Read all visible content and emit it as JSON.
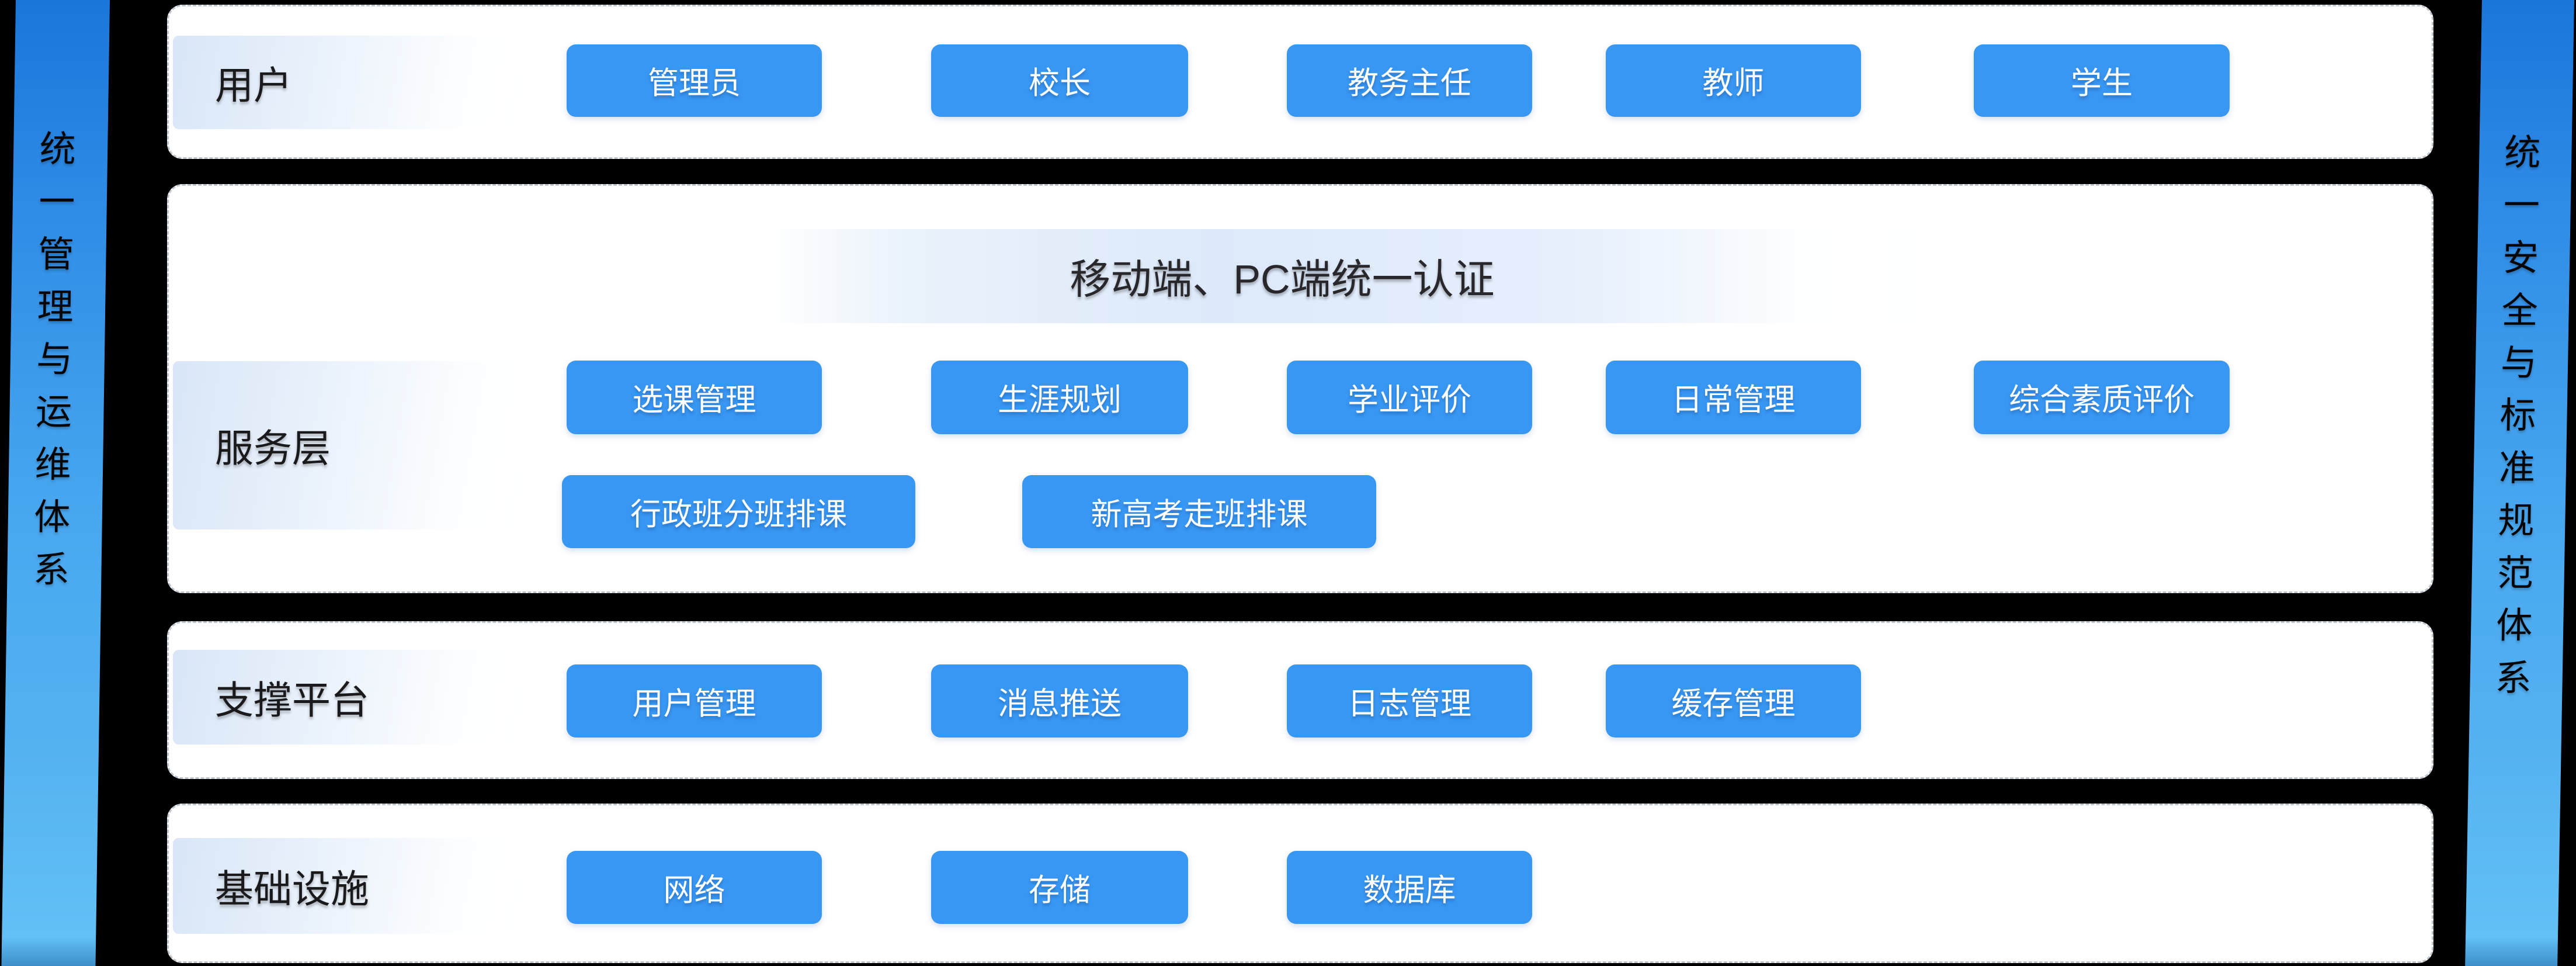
{
  "colors": {
    "canvas_background": "#000000",
    "panel_background": "#ffffff",
    "panel_dash_border": "#bfc5cd",
    "button_blue": "#3897f3",
    "button_text": "#ffffff",
    "ribbon_gradient_top": "#1b76da",
    "ribbon_gradient_bottom": "#62c0f6",
    "label_gradient_start": "#d9e6f7",
    "band_blue": "#dde9fa",
    "dark_text": "#1a1a1c"
  },
  "left_ribbon": {
    "text": "统一管理与运维体系"
  },
  "right_ribbon": {
    "text": "统一安全与标准规范体系"
  },
  "rows": [
    {
      "label": "用户",
      "buttons": [
        "管理员",
        "校长",
        "教务主任",
        "教师",
        "学生"
      ]
    },
    {
      "label": "服务层",
      "banner": "移动端、PC端统一认证",
      "buttons_top": [
        "选课管理",
        "生涯规划",
        "学业评价",
        "日常管理",
        "综合素质评价"
      ],
      "buttons_bottom": [
        "行政班分班排课",
        "新高考走班排课"
      ]
    },
    {
      "label": "支撑平台",
      "buttons": [
        "用户管理",
        "消息推送",
        "日志管理",
        "缓存管理"
      ]
    },
    {
      "label": "基础设施",
      "buttons": [
        "网络",
        "存储",
        "数据库"
      ]
    }
  ]
}
